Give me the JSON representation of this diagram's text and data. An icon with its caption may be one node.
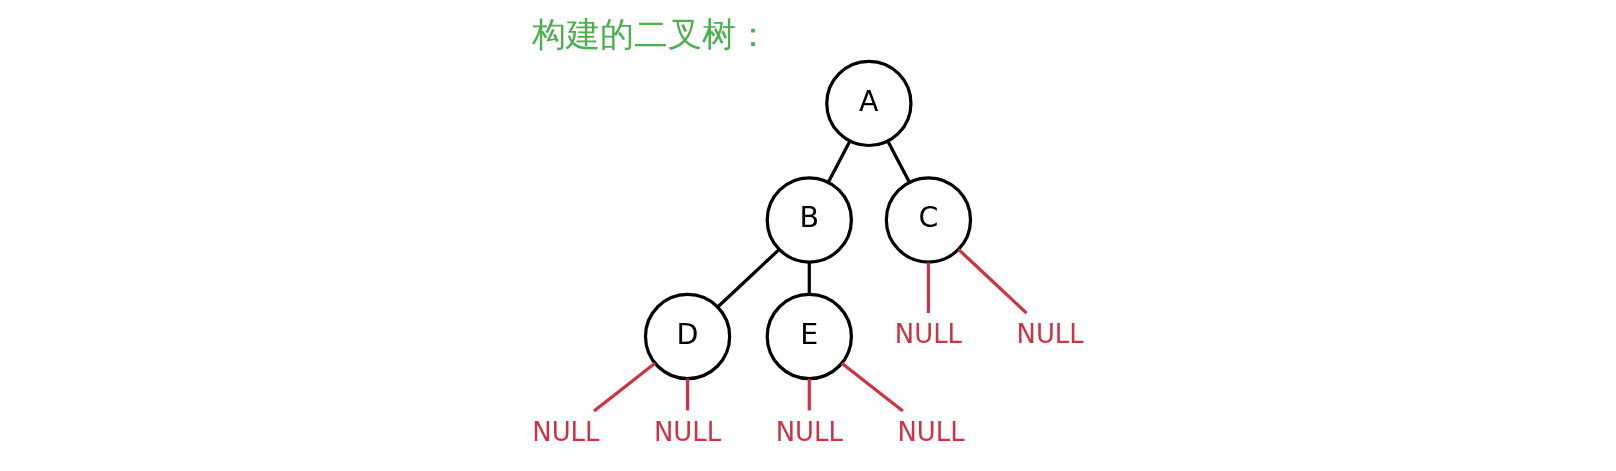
{
  "diagram": {
    "title": "构建的二叉树：",
    "nodes": [
      {
        "text": [
          "A"
        ]
      },
      {
        "text": [
          "B"
        ]
      },
      {
        "text": [
          "C"
        ]
      },
      {
        "text": [
          "D"
        ]
      },
      {
        "text": [
          "E"
        ]
      },
      {
        "text": [
          "NULL"
        ]
      },
      {
        "text": [
          "NULL"
        ]
      },
      {
        "text": [
          "NULL"
        ]
      },
      {
        "text": [
          "NULL"
        ]
      },
      {
        "text": [
          "NULL"
        ]
      },
      {
        "text": [
          "NULL"
        ]
      }
    ],
    "edges": [
      {
        "from": 0,
        "to": 1,
        "arrow": "none",
        "color": "#000000"
      },
      {
        "from": 0,
        "to": 2,
        "arrow": "none",
        "color": "#000000"
      },
      {
        "from": 1,
        "to": 3,
        "arrow": "none",
        "color": "#000000"
      },
      {
        "from": 1,
        "to": 4,
        "arrow": "none",
        "color": "#000000"
      },
      {
        "from": 2,
        "to": 5,
        "arrow": "none"
      },
      {
        "from": 2,
        "to": 6,
        "arrow": "none"
      },
      {
        "from": 3,
        "to": 7,
        "arrow": "none"
      },
      {
        "from": 3,
        "to": 8,
        "arrow": "none"
      },
      {
        "from": 4,
        "to": 9,
        "arrow": "none"
      },
      {
        "from": 4,
        "to": 10,
        "arrow": "none"
      }
    ]
  }
}
